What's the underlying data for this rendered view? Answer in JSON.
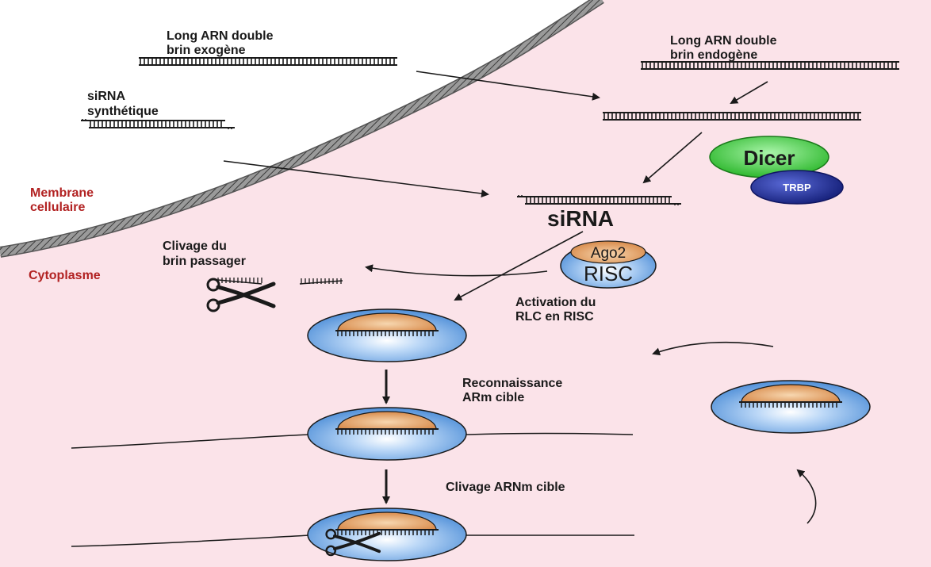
{
  "labels": {
    "exogenous_line1": "Long ARN double",
    "exogenous_line2": "brin    exogène",
    "endogenous_line1": "Long ARN double",
    "endogenous_line2": "brin    endogène",
    "synthetic_line1": "siRNA",
    "synthetic_line2": "synthétique",
    "membrane_line1": "Membrane",
    "membrane_line2": "cellulaire",
    "cytoplasm": "Cytoplasme",
    "sirna": "siRNA",
    "cleavage_passenger_line1": "Clivage du",
    "cleavage_passenger_line2": "brin passager",
    "activation_line1": "Activation du",
    "activation_line2": "RLC en RISC",
    "recognition_line1": "Reconnaissance",
    "recognition_line2": "ARm cible",
    "target_cleavage": "Clivage ARNm cible"
  },
  "proteins": {
    "dicer": "Dicer",
    "trbp": "TRBP",
    "ago2": "Ago2",
    "risc": "RISC"
  },
  "colors": {
    "cytoplasm_bg": "#fbe3e9",
    "membrane": "#7a7a7a",
    "dicer_green": "#3ecf3e",
    "trbp_navy": "#2b3a9c",
    "risc_blue": "#6aa8e8",
    "ago2_orange": "#e8a868",
    "label_red": "#b22222"
  },
  "icons": [
    "scissors-icon",
    "arrow-icon",
    "rna-duplex-icon"
  ]
}
